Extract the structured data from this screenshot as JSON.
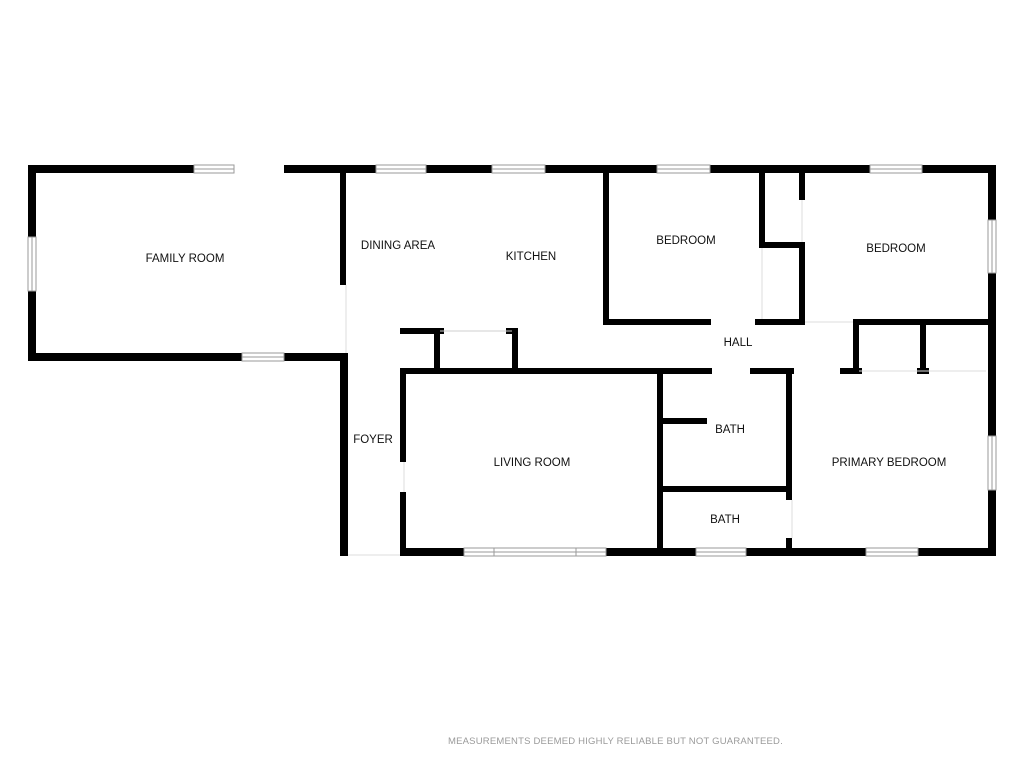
{
  "floorplan": {
    "rooms": {
      "family_room": "FAMILY ROOM",
      "dining_area": "DINING AREA",
      "kitchen": "KITCHEN",
      "bedroom_1": "BEDROOM",
      "bedroom_2": "BEDROOM",
      "hall": "HALL",
      "foyer": "FOYER",
      "living_room": "LIVING ROOM",
      "bath_1": "BATH",
      "bath_2": "BATH",
      "primary_bedroom": "PRIMARY BEDROOM"
    },
    "colors": {
      "wall": "#000000",
      "window": "#9a9a9a",
      "background": "#ffffff",
      "footer_text": "#9a9a9a"
    }
  },
  "footer": {
    "disclaimer": "MEASUREMENTS DEEMED HIGHLY RELIABLE BUT NOT GUARANTEED."
  }
}
